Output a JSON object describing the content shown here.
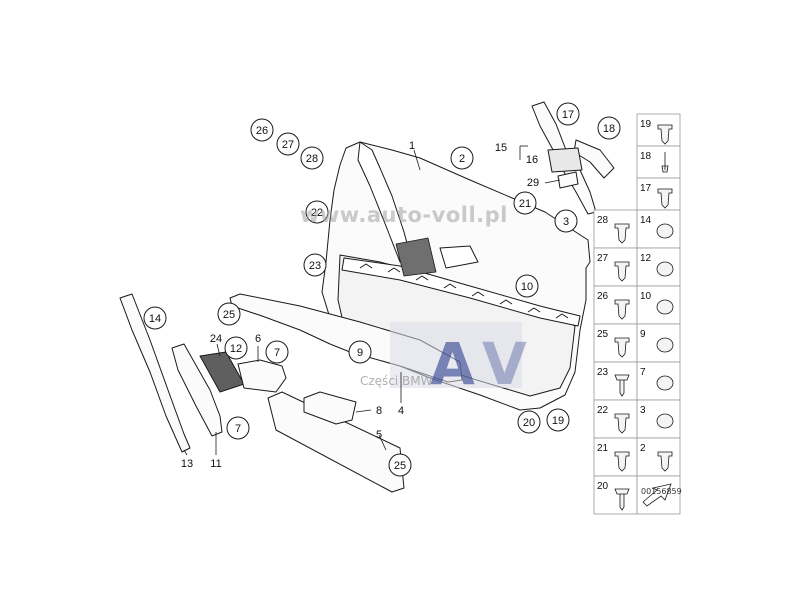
{
  "diagram_id": "00156859",
  "watermark": {
    "url": "www.auto-voll.pl",
    "logo_letters": "AV",
    "subtitle": "Części BMW"
  },
  "colors": {
    "line": "#1a1a1a",
    "part_fill": "#fbfbfb",
    "mesh": "#3a3a3a",
    "watermark_logo": "#2f3f8f",
    "grid_border": "#999999"
  },
  "callouts": [
    {
      "id": "26",
      "label": "26"
    },
    {
      "id": "27",
      "label": "27"
    },
    {
      "id": "28",
      "label": "28"
    },
    {
      "id": "2",
      "label": "2"
    },
    {
      "id": "22",
      "label": "22"
    },
    {
      "id": "23",
      "label": "23"
    },
    {
      "id": "17",
      "label": "17"
    },
    {
      "id": "18",
      "label": "18"
    },
    {
      "id": "21",
      "label": "21"
    },
    {
      "id": "3",
      "label": "3"
    },
    {
      "id": "10",
      "label": "10"
    },
    {
      "id": "14",
      "label": "14"
    },
    {
      "id": "25a",
      "label": "25"
    },
    {
      "id": "12",
      "label": "12"
    },
    {
      "id": "7a",
      "label": "7"
    },
    {
      "id": "9",
      "label": "9"
    },
    {
      "id": "7b",
      "label": "7"
    },
    {
      "id": "20",
      "label": "20"
    },
    {
      "id": "19",
      "label": "19"
    },
    {
      "id": "25b",
      "label": "25"
    }
  ],
  "plain_labels": [
    {
      "id": "1",
      "label": "1"
    },
    {
      "id": "15",
      "label": "15"
    },
    {
      "id": "16",
      "label": "16"
    },
    {
      "id": "29",
      "label": "29"
    },
    {
      "id": "24",
      "label": "24"
    },
    {
      "id": "6",
      "label": "6"
    },
    {
      "id": "8",
      "label": "8"
    },
    {
      "id": "4",
      "label": "4"
    },
    {
      "id": "5",
      "label": "5"
    },
    {
      "id": "13",
      "label": "13"
    },
    {
      "id": "11",
      "label": "11"
    }
  ],
  "side_grid": [
    {
      "label": "19",
      "icon": "nut-clip-icon"
    },
    {
      "label": "18",
      "icon": "rivet-pin-icon"
    },
    {
      "label": "17",
      "icon": "bracket-clip-icon"
    },
    {
      "label": "28",
      "icon": "expansion-plug-icon"
    },
    {
      "label": "14",
      "icon": "hex-nut-icon"
    },
    {
      "label": "27",
      "icon": "push-clip-icon"
    },
    {
      "label": "12",
      "icon": "rosette-washer-icon"
    },
    {
      "label": "26",
      "icon": "cap-plug-icon"
    },
    {
      "label": "10",
      "icon": "oval-grommet-icon"
    },
    {
      "label": "25",
      "icon": "plug-icon"
    },
    {
      "label": "9",
      "icon": "collar-nut-icon"
    },
    {
      "label": "23",
      "icon": "flange-screw-icon"
    },
    {
      "label": "7",
      "icon": "cap-nut-icon"
    },
    {
      "label": "22",
      "icon": "spreader-clip-icon"
    },
    {
      "label": "3",
      "icon": "spring-nut-icon"
    },
    {
      "label": "21",
      "icon": "square-clip-icon"
    },
    {
      "label": "2",
      "icon": "fir-tree-clip-icon"
    },
    {
      "label": "20",
      "icon": "oval-head-screw-icon"
    },
    {
      "label": "",
      "icon": "direction-arrow-icon"
    }
  ]
}
